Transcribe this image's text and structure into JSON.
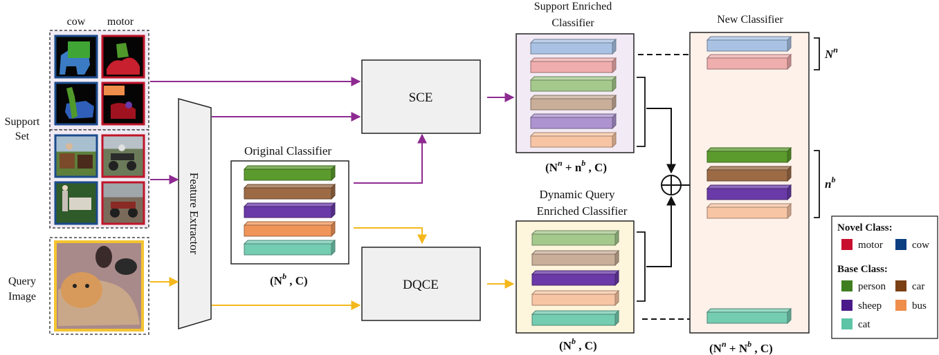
{
  "support": {
    "title_line1": "Support",
    "title_line2": "Set",
    "col_cow": "cow",
    "col_motor": "motor"
  },
  "query": {
    "title_line1": "Query",
    "title_line2": "Image"
  },
  "feature_extractor": {
    "label": "Feature Extractor"
  },
  "original_classifier": {
    "title": "Original Classifier",
    "dim_sup": "b"
  },
  "sce": {
    "label": "SCE"
  },
  "dqce": {
    "label": "DQCE"
  },
  "support_enriched": {
    "title_line1": "Support Enriched",
    "title_line2": "Classifier",
    "dim_sup1": "n",
    "dim_sup2": "b"
  },
  "dynamic_query": {
    "title_line1": "Dynamic Query",
    "title_line2": "Enriched Classifier",
    "dim_sup": "b"
  },
  "new_classifier": {
    "title": "New Classifier",
    "brace_novel_sup": "n",
    "brace_base_sup": "b",
    "dim_sup1": "n",
    "dim_sup2": "b"
  },
  "legend": {
    "novel_title": "Novel Class:",
    "base_title": "Base Class:",
    "items": [
      {
        "label": "motor",
        "color": "#c8102e"
      },
      {
        "label": "cow",
        "color": "#0b3f82"
      },
      {
        "label": "person",
        "color": "#3f7f1f"
      },
      {
        "label": "car",
        "color": "#7a3f12"
      },
      {
        "label": "sheep",
        "color": "#4b1a8a"
      },
      {
        "label": "bus",
        "color": "#ef8d4b"
      },
      {
        "label": "cat",
        "color": "#5ec4a6"
      }
    ]
  },
  "colors": {
    "support_arrow": "#8e2a91",
    "query_arrow": "#f4b81c",
    "cow_border": "#1b4a8c",
    "motor_border": "#c0142a",
    "query_border": "#f4c430",
    "bar_novel_cow": "#a9c2e4",
    "bar_novel_motor": "#e26a6a",
    "bar_person": "#5b9b2d",
    "bar_car": "#9c6b46",
    "bar_sheep": "#6a3aa8",
    "bar_bus": "#f0955a",
    "bar_cat": "#74ccb1"
  }
}
